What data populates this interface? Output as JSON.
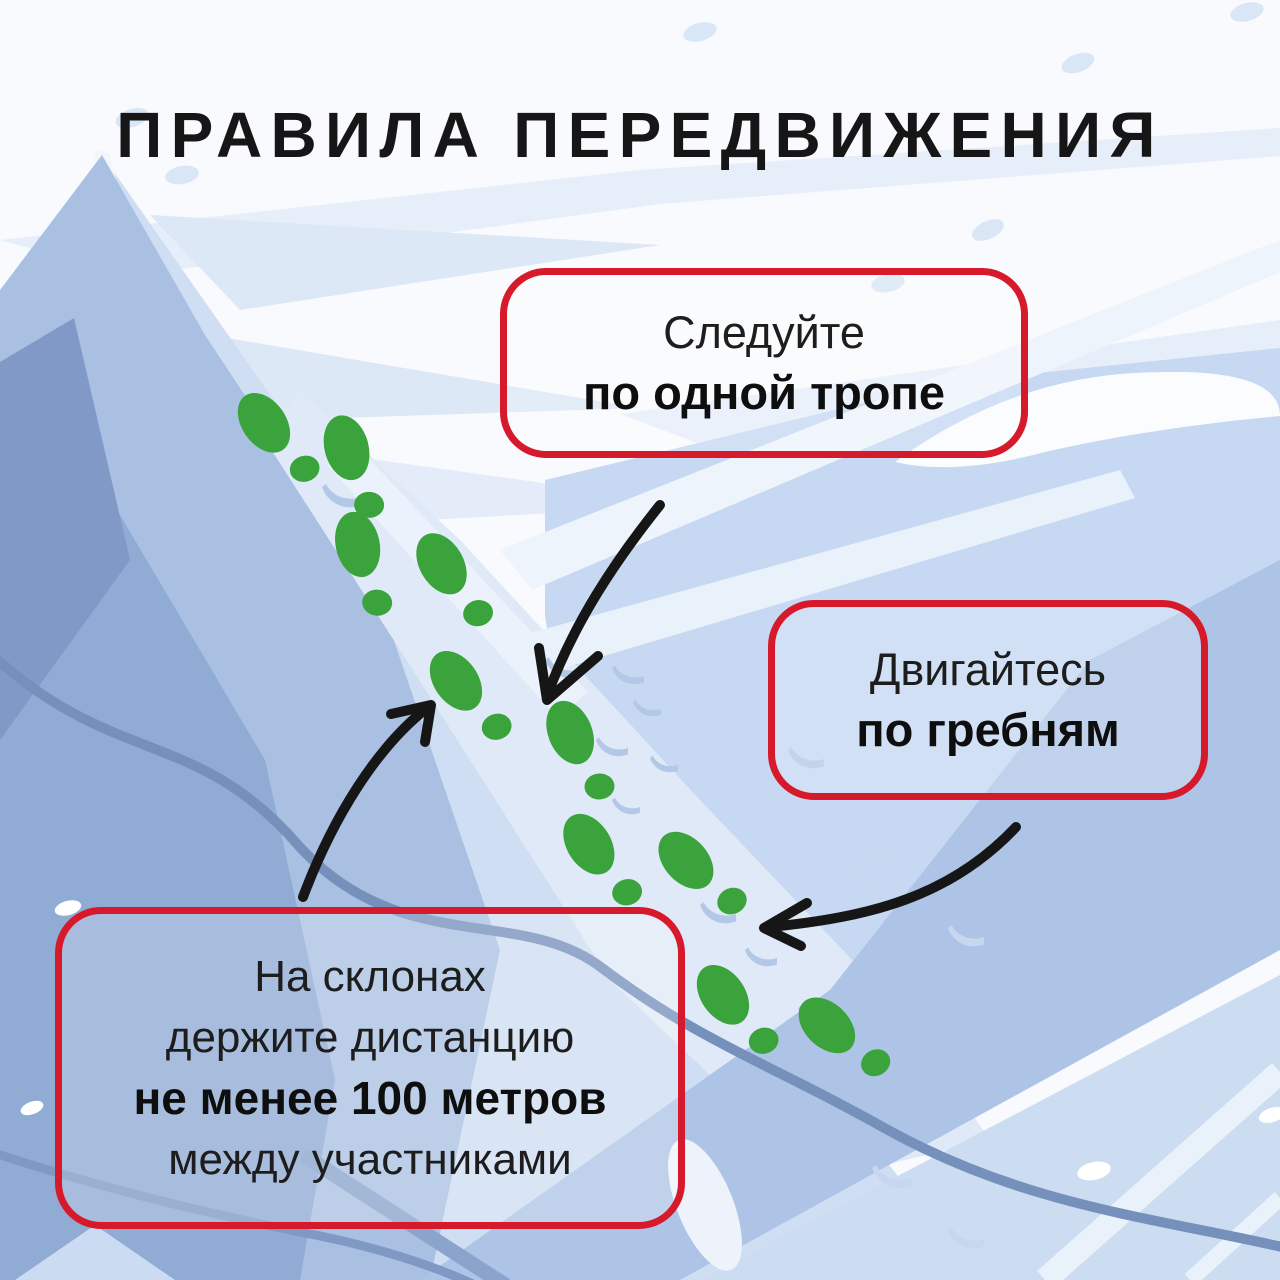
{
  "title": "ПРАВИЛА ПЕРЕДВИЖЕНИЯ",
  "callouts": [
    {
      "id": "single-path",
      "lines": [
        {
          "text": "Следуйте",
          "bold": false
        },
        {
          "text": "по одной тропе",
          "bold": true
        }
      ]
    },
    {
      "id": "ridges",
      "lines": [
        {
          "text": "Двигайтесь",
          "bold": false
        },
        {
          "text": "по гребням",
          "bold": true
        }
      ]
    },
    {
      "id": "distance",
      "lines": [
        {
          "text": "На склонах",
          "bold": false
        },
        {
          "text": "держите дистанцию",
          "bold": false
        },
        {
          "text": "не менее 100 метров",
          "bold": true
        },
        {
          "text": "между участниками",
          "bold": false
        }
      ]
    }
  ],
  "colors": {
    "accent_red": "#d6192b",
    "footprint_green": "#3ba33c",
    "ink_black": "#161616",
    "snow_trail_light": "#dfe9f7",
    "mountain_medium": "#a9c0e2",
    "crevasse_line": "#7590bb"
  },
  "icons": [
    {
      "name": "footprint-icon"
    },
    {
      "name": "curved-arrow-icon"
    },
    {
      "name": "snow-divot-icon"
    },
    {
      "name": "snowflake-icon"
    }
  ]
}
